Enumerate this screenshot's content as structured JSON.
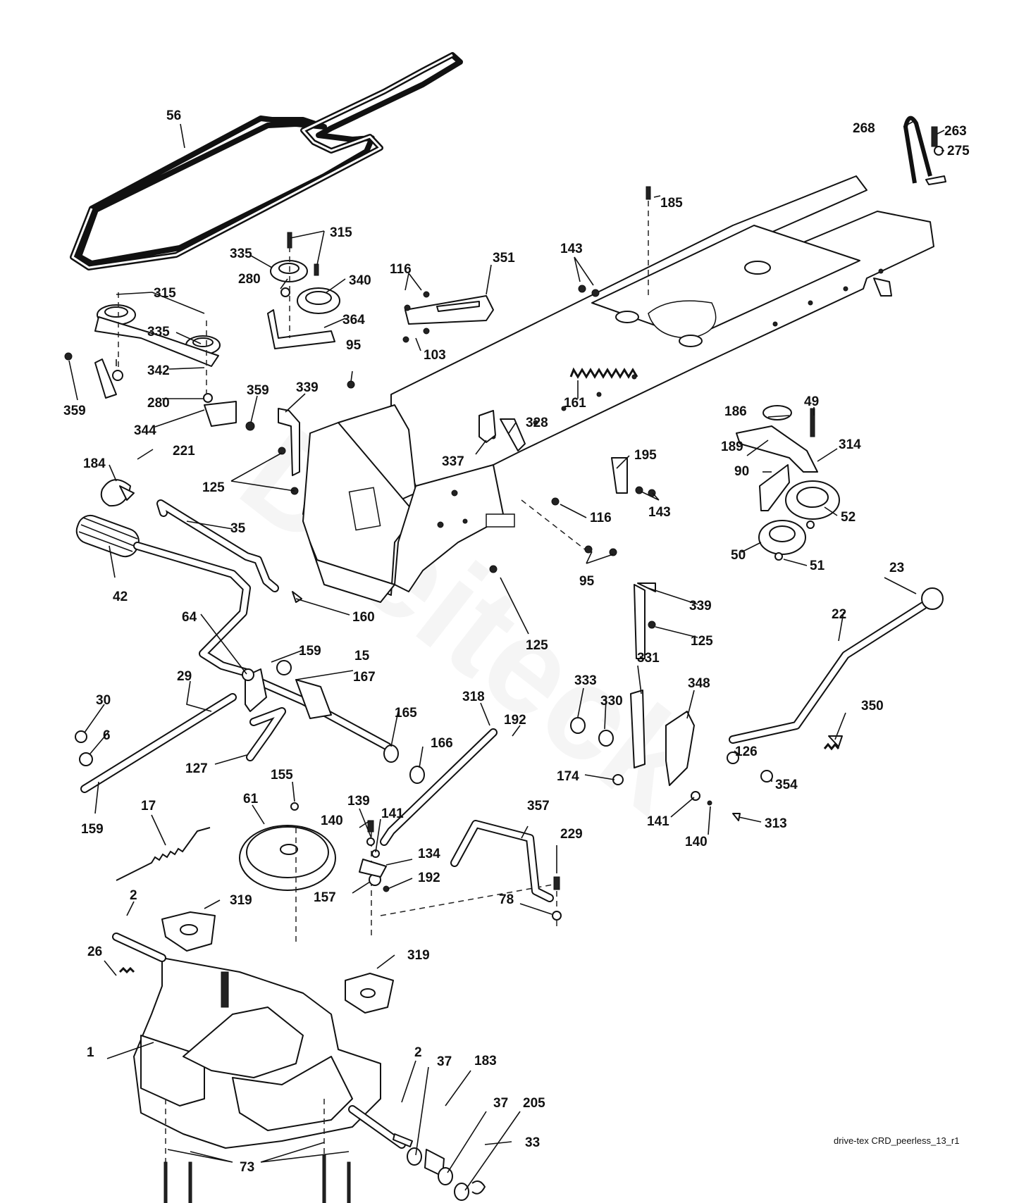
{
  "diagram": {
    "footer_label": "drive-tex CRD_peerless_13_r1",
    "callouts": [
      "56",
      "268",
      "263",
      "275",
      "185",
      "315",
      "335",
      "280",
      "340",
      "364",
      "116",
      "351",
      "103",
      "143",
      "315",
      "335",
      "342",
      "359",
      "280",
      "344",
      "359",
      "95",
      "339",
      "161",
      "186",
      "49",
      "189",
      "314",
      "90",
      "52",
      "50",
      "51",
      "328",
      "337",
      "195",
      "143",
      "116",
      "95",
      "221",
      "184",
      "125",
      "35",
      "42",
      "160",
      "339",
      "125",
      "125",
      "23",
      "22",
      "64",
      "159",
      "15",
      "167",
      "29",
      "30",
      "6",
      "165",
      "166",
      "127",
      "159",
      "318",
      "192",
      "331",
      "348",
      "333",
      "330",
      "126",
      "354",
      "350",
      "174",
      "141",
      "140",
      "313",
      "155",
      "61",
      "139",
      "140",
      "141",
      "134",
      "192",
      "157",
      "17",
      "357",
      "229",
      "78",
      "2",
      "319",
      "26",
      "319",
      "2",
      "37",
      "183",
      "37",
      "205",
      "33",
      "1",
      "73"
    ]
  }
}
